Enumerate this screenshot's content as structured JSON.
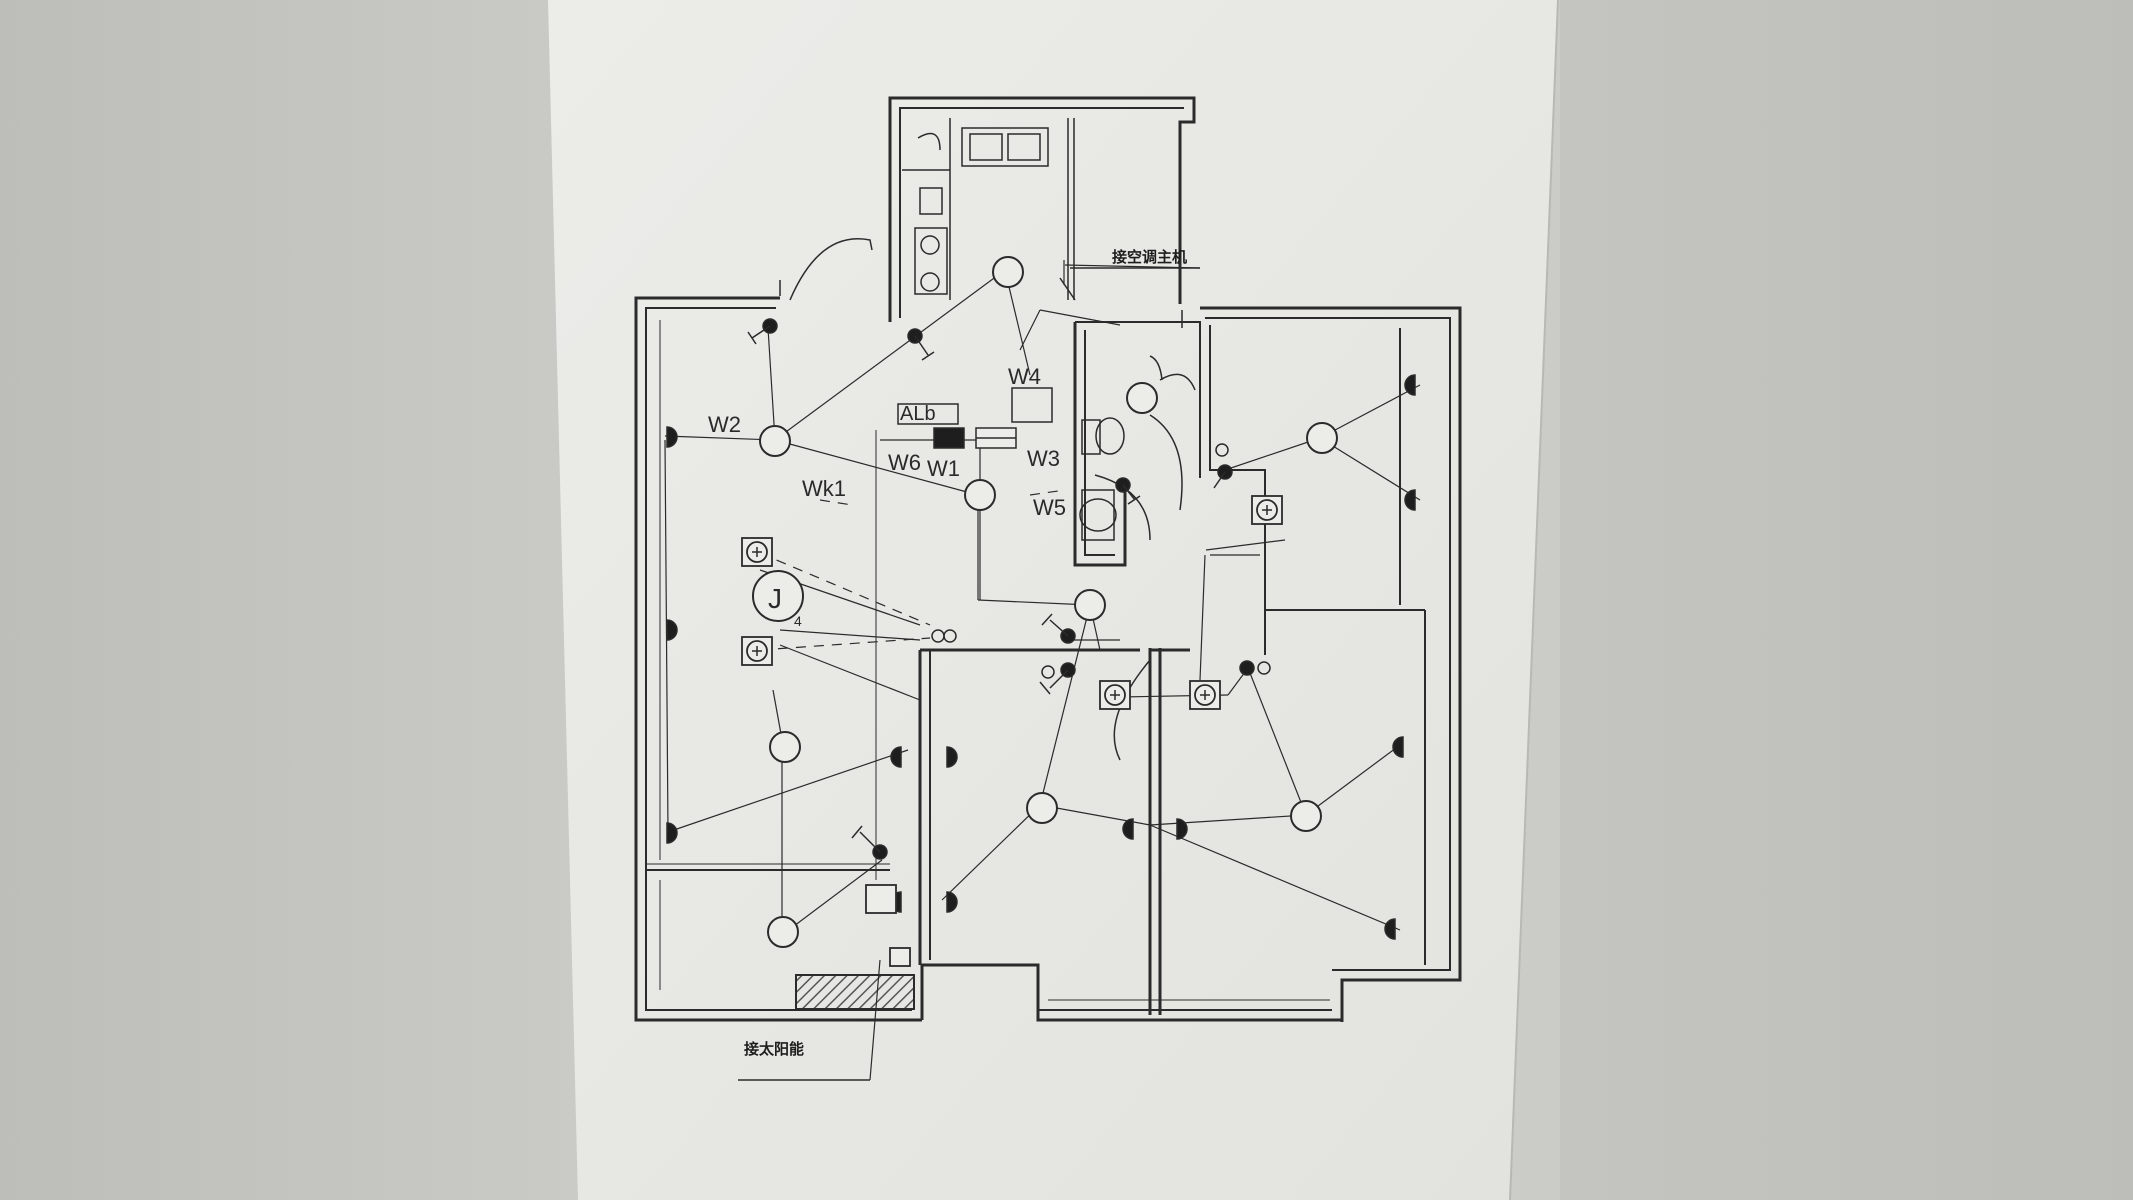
{
  "colors": {
    "background": "#c9c9c5",
    "paper": "#e9e9e6",
    "ink": "#2b2b2b",
    "hatch": "#5a5a5a"
  },
  "labels": {
    "w2": "W2",
    "wk1": "Wk1",
    "w6": "W6",
    "w1": "W1",
    "alb": "ALb",
    "w4": "W4",
    "w3": "W3",
    "w5": "W5",
    "junction": "J",
    "junction_sub": "4",
    "ac_note": "接空调主机",
    "solar_note": "接太阳能"
  },
  "icons": {
    "ceiling_light": "circle-outline",
    "switch": "filled-dot-with-lever",
    "wall_lamp": "semicircle-lamp",
    "socket": "square-socket",
    "distribution_box": "filled-rectangle"
  }
}
